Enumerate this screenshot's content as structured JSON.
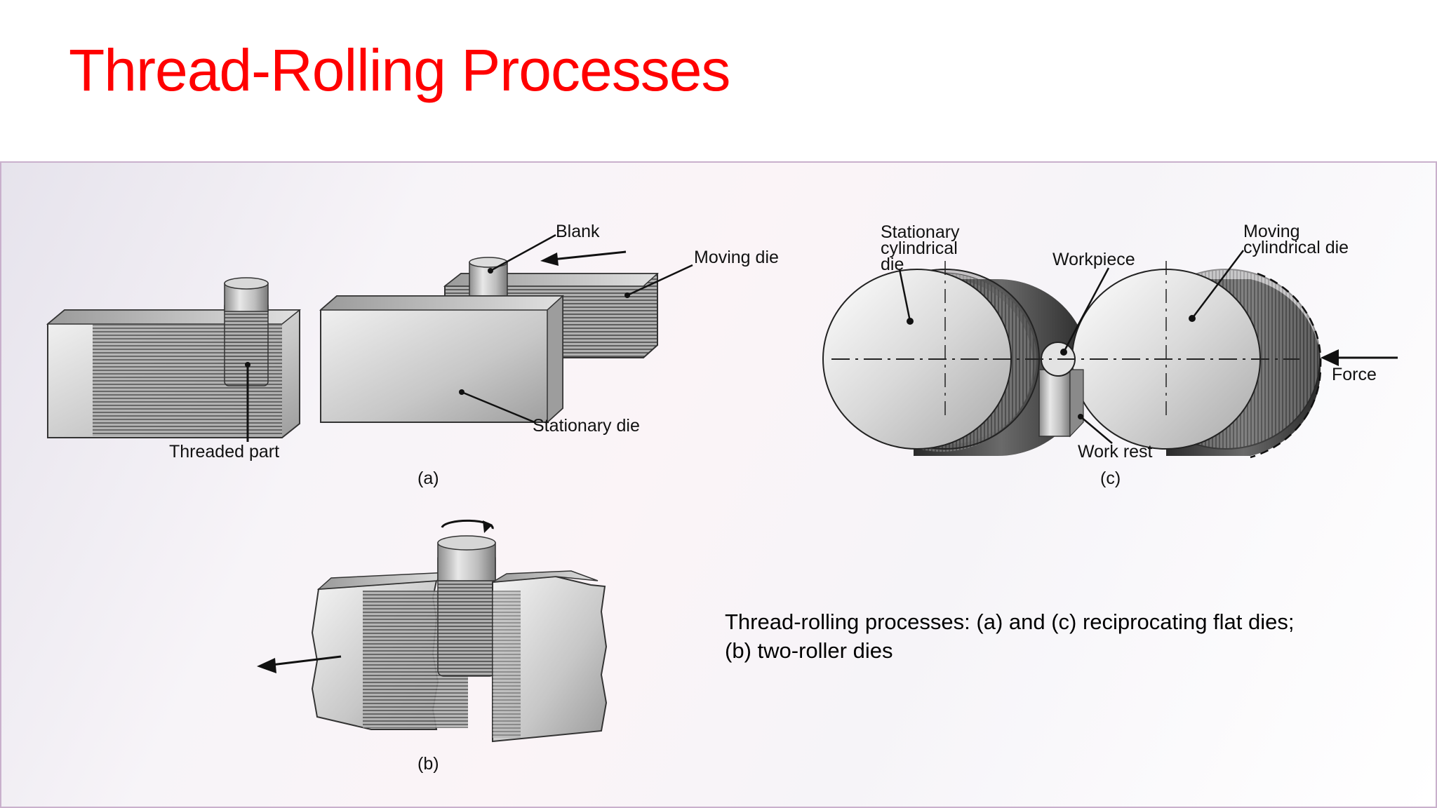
{
  "slide": {
    "title": "Thread-Rolling Processes"
  },
  "figure": {
    "a": {
      "blank": "Blank",
      "moving_die": "Moving die",
      "stationary_die": "Stationary die",
      "threaded_part": "Threaded part",
      "label": "(a)"
    },
    "c": {
      "stationary_line1": "Stationary",
      "stationary_line2": "cylindrical",
      "stationary_line3": "die",
      "workpiece": "Workpiece",
      "moving_line1": "Moving",
      "moving_line2": "cylindrical die",
      "force": "Force",
      "work_rest": "Work rest",
      "label": "(c)"
    },
    "b": {
      "label": "(b)"
    }
  },
  "caption": {
    "line1": "Thread-rolling processes:  (a) and (c) reciprocating flat dies;",
    "line2": "(b) two-roller dies"
  }
}
